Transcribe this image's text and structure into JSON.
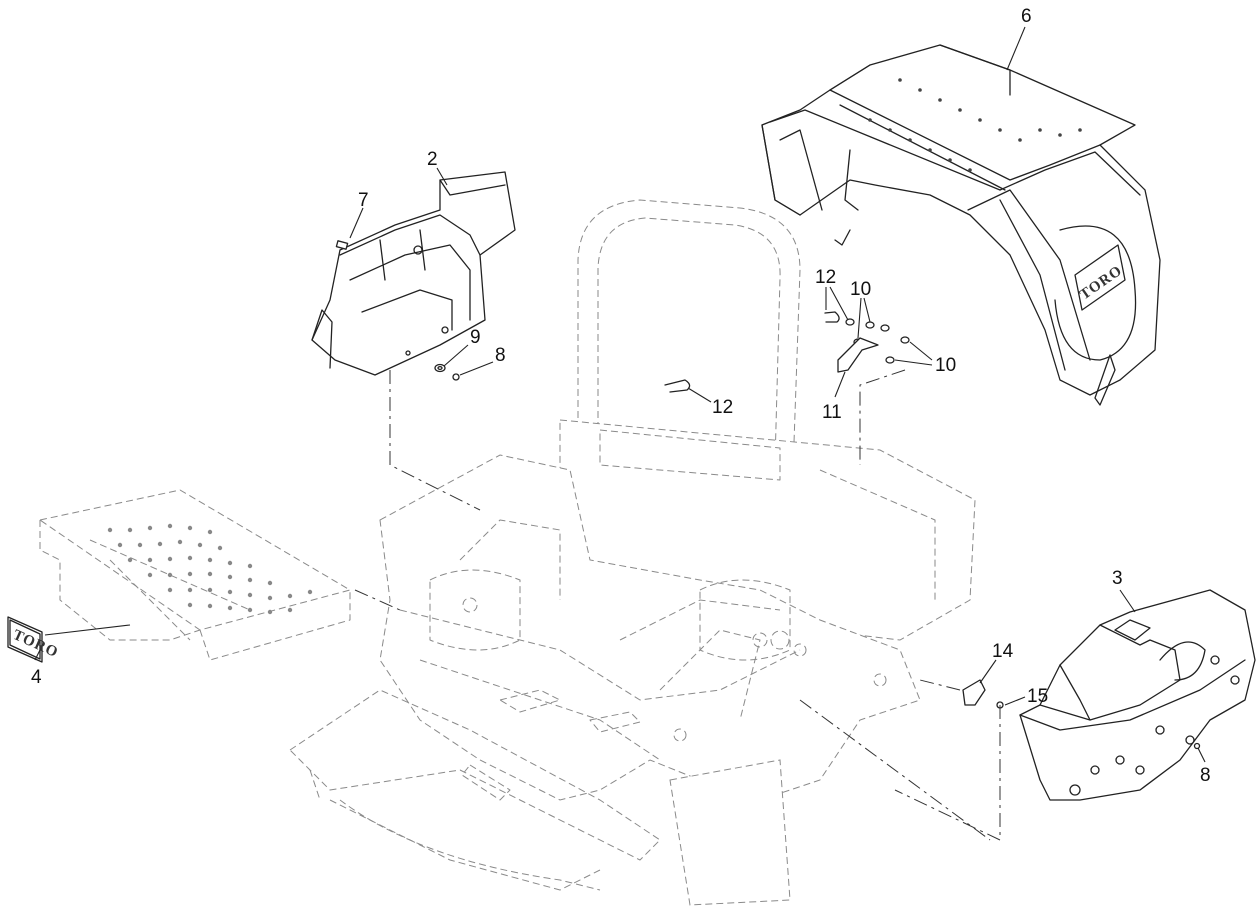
{
  "diagram": {
    "callouts": {
      "c1": "6",
      "c2": "2",
      "c3": "7",
      "c4": "12",
      "c5": "10",
      "c6": "10",
      "c7": "9",
      "c8": "8",
      "c9": "12",
      "c10": "11",
      "c11": "3",
      "c12": "14",
      "c13": "15",
      "c14": "4",
      "c15": "8"
    },
    "logos": {
      "fender_logo": "TORO",
      "decal_logo": "TORO"
    }
  }
}
